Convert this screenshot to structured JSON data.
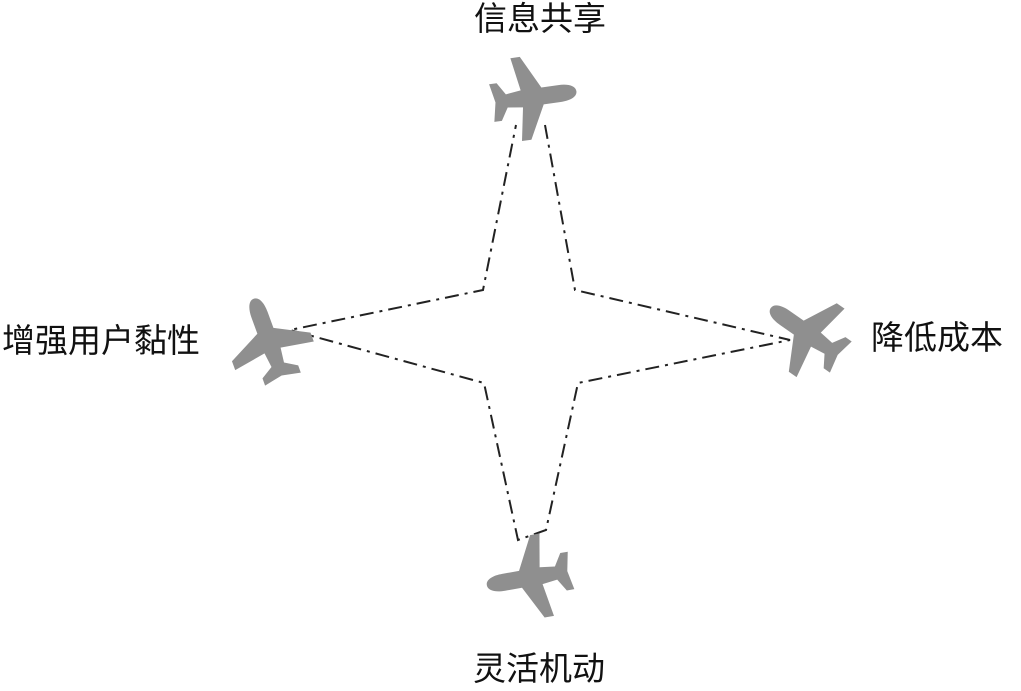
{
  "labels": {
    "top": "信息共享",
    "left": "增强用户黏性",
    "right": "降低成本",
    "bottom": "灵活机动"
  },
  "colors": {
    "plane": "#8f8f8f",
    "line": "#222222",
    "text": "#111111",
    "background": "#ffffff"
  },
  "icons": [
    "airplane-icon"
  ]
}
